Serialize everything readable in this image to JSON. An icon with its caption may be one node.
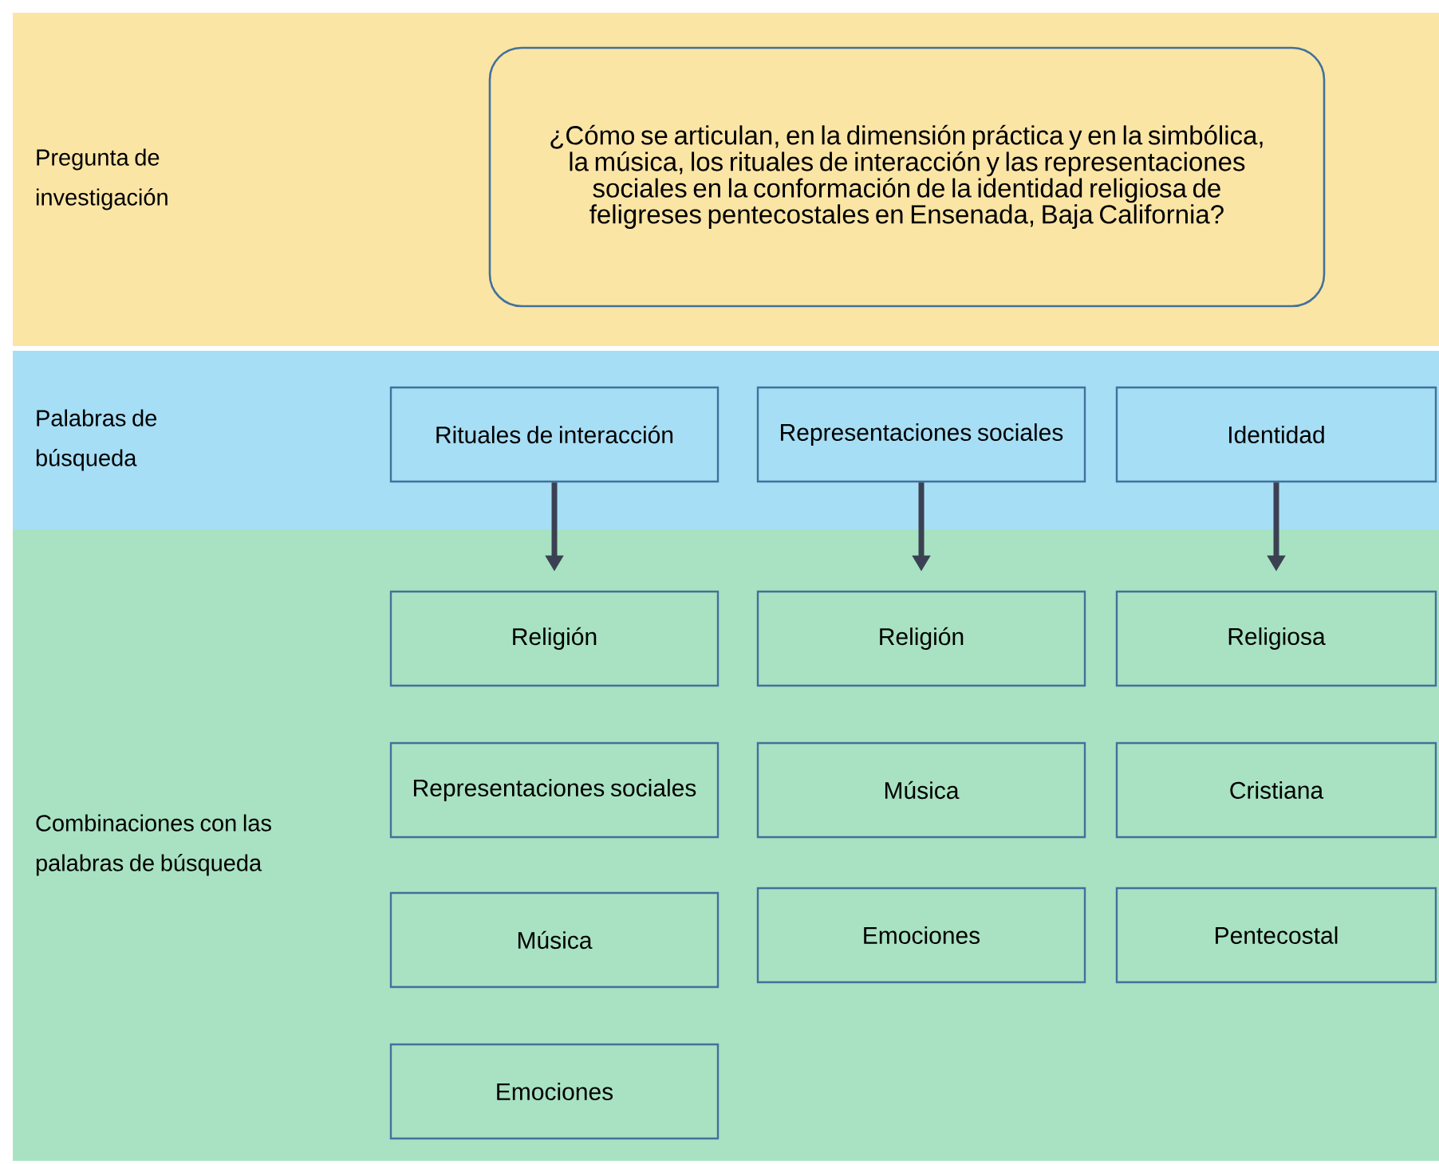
{
  "diagram": {
    "nodes": [
      {
        "text": [
          "Pregunta de investigación"
        ]
      },
      {
        "text": [
          "¿Cómo se articulan, en la dimensión práctica y en la simbólica, la música, los rituales de interacción y las representaciones sociales en la conformación de la identidad religiosa de feligreses pentecostales en Ensenada, Baja California?"
        ],
        "in": 0
      },
      {
        "text": [
          "Palabras de búsqueda"
        ]
      },
      {
        "text": [
          "Rituales de interacción"
        ],
        "in": 2
      },
      {
        "text": [
          "Representaciones sociales"
        ],
        "in": 2
      },
      {
        "text": [
          "Identidad"
        ],
        "in": 2
      },
      {
        "text": [
          "Combinaciones con las palabras de búsqueda"
        ]
      },
      {
        "text": [
          "Religión"
        ],
        "in": 6
      },
      {
        "text": [
          "Representaciones sociales"
        ],
        "in": 6
      },
      {
        "text": [
          "Música"
        ],
        "in": 6
      },
      {
        "text": [
          "Emociones"
        ],
        "in": 6
      },
      {
        "text": [
          "Religión"
        ],
        "in": 6
      },
      {
        "text": [
          "Música"
        ],
        "in": 6
      },
      {
        "text": [
          "Emociones"
        ],
        "in": 6
      },
      {
        "text": [
          "Religiosa"
        ],
        "in": 6
      },
      {
        "text": [
          "Cristiana"
        ],
        "in": 6
      },
      {
        "text": [
          "Pentecostal"
        ],
        "in": 6
      }
    ],
    "edges": [
      {
        "from": 3,
        "to": 7,
        "arrow": "to"
      },
      {
        "from": 4,
        "to": 11,
        "arrow": "to"
      },
      {
        "from": 5,
        "to": 14,
        "arrow": "to"
      }
    ]
  }
}
